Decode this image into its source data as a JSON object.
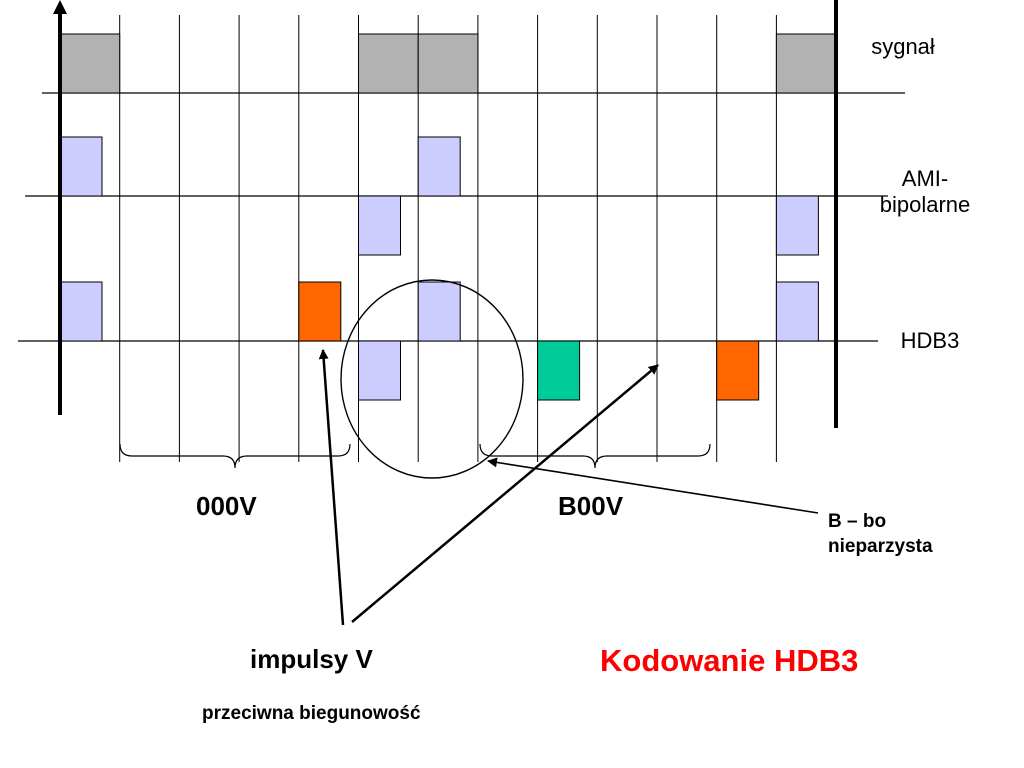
{
  "labels": {
    "sygnal": "sygnał",
    "ami_line1": "AMI-",
    "ami_line2": "bipolarne",
    "hdb3": "HDB3",
    "group_000v": "000V",
    "group_b00v": "B00V",
    "b_note_line1": "B – bo",
    "b_note_line2": "nieparzysta",
    "impulsy_v": "impulsy V",
    "przeciwna": "przeciwna biegunowość",
    "title": "Kodowanie HDB3"
  },
  "colors": {
    "signal_fill": "#b2b2b2",
    "ami_fill": "#ccccff",
    "violation_fill": "#ff6600",
    "b_pulse_fill": "#00cc99",
    "title_color": "#ff0000"
  },
  "encoding": {
    "bit_count": 13,
    "signal_bits": [
      1,
      0,
      0,
      0,
      0,
      1,
      1,
      0,
      0,
      0,
      0,
      0,
      1
    ],
    "ami_levels": [
      1,
      0,
      0,
      0,
      0,
      -1,
      1,
      0,
      0,
      0,
      0,
      0,
      -1
    ],
    "hdb3_levels": [
      1,
      0,
      0,
      0,
      1,
      -1,
      1,
      0,
      -1,
      0,
      0,
      -1,
      1
    ],
    "hdb3_kinds": [
      "ami",
      "",
      "",
      "",
      "V",
      "ami",
      "ami",
      "",
      "B",
      "",
      "",
      "V",
      "ami"
    ]
  }
}
